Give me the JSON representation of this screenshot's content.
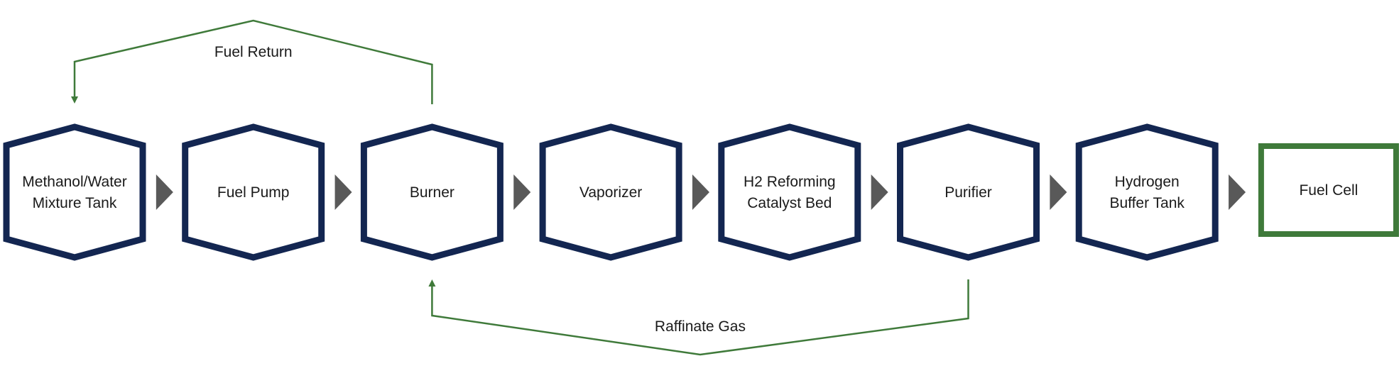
{
  "diagram": {
    "colors": {
      "hexagon_stroke": "#132651",
      "final_stroke": "#3f7a3a",
      "arrow_fill": "#595959",
      "return_line": "#3f7a3a",
      "text": "#1a1a1a"
    },
    "nodes": [
      {
        "id": "tank",
        "shape": "hexagon",
        "lines": [
          "Methanol/Water",
          "Mixture Tank"
        ]
      },
      {
        "id": "pump",
        "shape": "hexagon",
        "lines": [
          "Fuel Pump"
        ]
      },
      {
        "id": "burner",
        "shape": "hexagon",
        "lines": [
          "Burner"
        ]
      },
      {
        "id": "vaporizer",
        "shape": "hexagon",
        "lines": [
          "Vaporizer"
        ]
      },
      {
        "id": "reformer",
        "shape": "hexagon",
        "lines": [
          "H2 Reforming",
          "Catalyst Bed"
        ]
      },
      {
        "id": "purifier",
        "shape": "hexagon",
        "lines": [
          "Purifier"
        ]
      },
      {
        "id": "buffer",
        "shape": "hexagon",
        "lines": [
          "Hydrogen",
          "Buffer Tank"
        ]
      },
      {
        "id": "fuelcell",
        "shape": "rectangle",
        "lines": [
          "Fuel Cell"
        ]
      }
    ],
    "returns": [
      {
        "id": "fuel-return",
        "label": "Fuel Return",
        "from": "burner",
        "to": "tank",
        "side": "top"
      },
      {
        "id": "raffinate-gas",
        "label": "Raffinate Gas",
        "from": "purifier",
        "to": "burner",
        "side": "bottom"
      }
    ]
  }
}
